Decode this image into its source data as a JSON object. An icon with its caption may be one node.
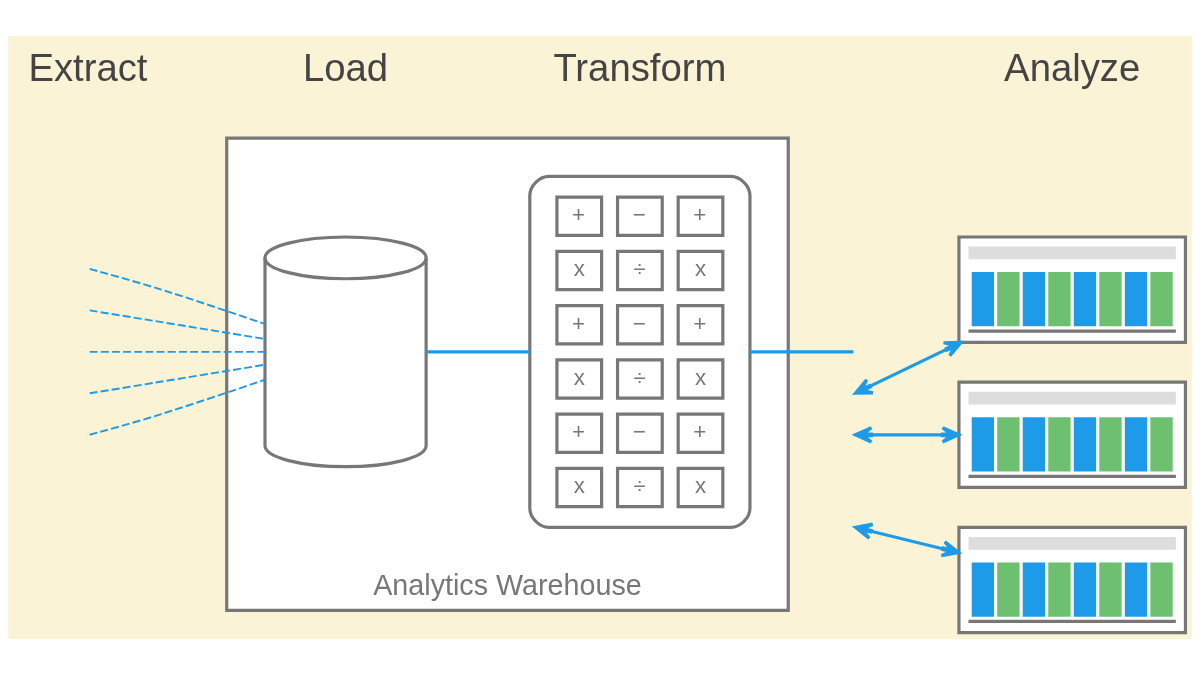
{
  "diagram": {
    "nodes": [
      {
        "text": [
          "Analytics Warehouse"
        ]
      },
      {
        "text": [],
        "shape": "cylinder",
        "in": 0
      },
      {
        "text": [
          "+",
          "−",
          "+",
          "x",
          "÷",
          "x",
          "+",
          "−",
          "+",
          "x",
          "÷",
          "x",
          "+",
          "−",
          "+",
          "x",
          "÷",
          "x"
        ],
        "in": 0
      },
      {
        "text": [],
        "shape": "picture"
      },
      {
        "text": [],
        "shape": "picture"
      },
      {
        "text": [],
        "shape": "picture"
      }
    ],
    "edges": [
      {
        "from": null,
        "to": 1,
        "arrow": "none",
        "style": "dashed"
      },
      {
        "from": null,
        "to": 1,
        "arrow": "none",
        "style": "dashed"
      },
      {
        "from": null,
        "to": 1,
        "arrow": "none",
        "style": "dashed"
      },
      {
        "from": null,
        "to": 1,
        "arrow": "none",
        "style": "dashed"
      },
      {
        "from": null,
        "to": 1,
        "arrow": "none",
        "style": "dashed"
      },
      {
        "from": 1,
        "to": 2,
        "arrow": "none"
      },
      {
        "from": 2,
        "to": null,
        "arrow": "none"
      },
      {
        "from": null,
        "to": 3,
        "arrow": "both"
      },
      {
        "from": null,
        "to": 4,
        "arrow": "both"
      },
      {
        "from": null,
        "to": 5,
        "arrow": "both"
      }
    ],
    "labels": [
      "Extract",
      "Load",
      "Transform",
      "Analyze"
    ]
  }
}
